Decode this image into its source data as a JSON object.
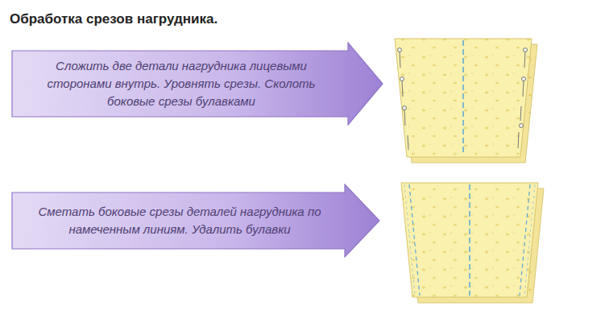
{
  "diagram": {
    "title": "Обработка срезов нагрудника.",
    "nodes": [
      {
        "text": [
          "Сложить две детали нагрудника лицевыми сторонами внутрь. Уровнять срезы. Сколоть боковые срезы булавками"
        ]
      },
      {
        "text": [
          "Сметать боковые срезы деталей нагрудника по намеченным линиям. Удалить булавки"
        ]
      }
    ]
  }
}
